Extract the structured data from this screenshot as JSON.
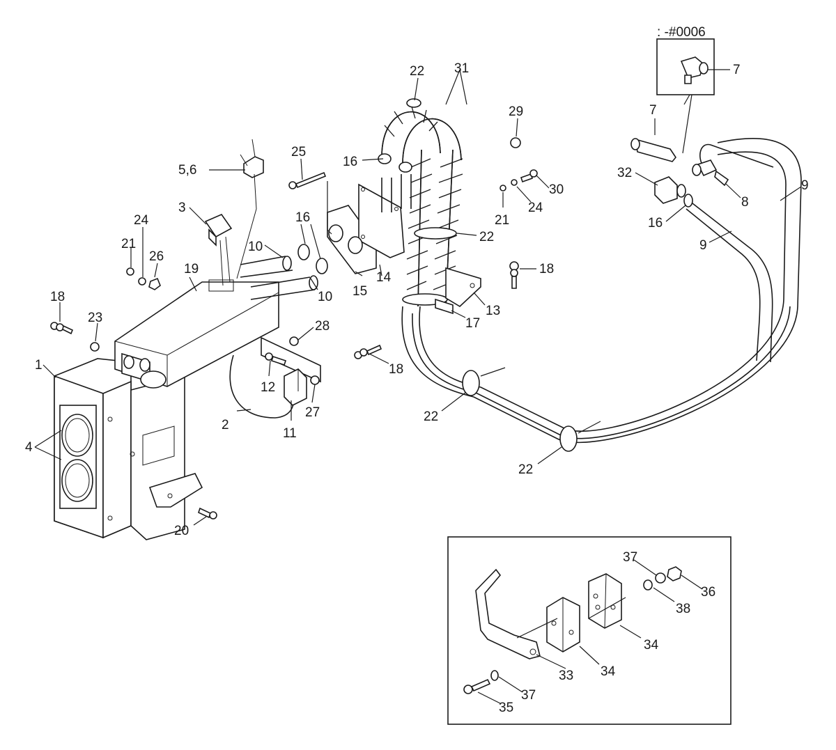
{
  "diagram": {
    "serial_note": ": -#0006",
    "callouts": [
      {
        "id": "c1",
        "text": "1"
      },
      {
        "id": "c2",
        "text": "2"
      },
      {
        "id": "c3",
        "text": "3"
      },
      {
        "id": "c4",
        "text": "4"
      },
      {
        "id": "c56",
        "text": "5,6"
      },
      {
        "id": "c7a",
        "text": "7"
      },
      {
        "id": "c7b",
        "text": "7"
      },
      {
        "id": "c8",
        "text": "8"
      },
      {
        "id": "c9a",
        "text": "9"
      },
      {
        "id": "c9b",
        "text": "9"
      },
      {
        "id": "c10a",
        "text": "10"
      },
      {
        "id": "c10b",
        "text": "10"
      },
      {
        "id": "c11",
        "text": "11"
      },
      {
        "id": "c12",
        "text": "12"
      },
      {
        "id": "c13",
        "text": "13"
      },
      {
        "id": "c14",
        "text": "14"
      },
      {
        "id": "c15",
        "text": "15"
      },
      {
        "id": "c16a",
        "text": "16"
      },
      {
        "id": "c16b",
        "text": "16"
      },
      {
        "id": "c16c",
        "text": "16"
      },
      {
        "id": "c17",
        "text": "17"
      },
      {
        "id": "c18a",
        "text": "18"
      },
      {
        "id": "c18b",
        "text": "18"
      },
      {
        "id": "c18c",
        "text": "18"
      },
      {
        "id": "c19",
        "text": "19"
      },
      {
        "id": "c20",
        "text": "20"
      },
      {
        "id": "c21a",
        "text": "21"
      },
      {
        "id": "c21b",
        "text": "21"
      },
      {
        "id": "c22a",
        "text": "22"
      },
      {
        "id": "c22b",
        "text": "22"
      },
      {
        "id": "c22c",
        "text": "22"
      },
      {
        "id": "c22d",
        "text": "22"
      },
      {
        "id": "c23",
        "text": "23"
      },
      {
        "id": "c24a",
        "text": "24"
      },
      {
        "id": "c24b",
        "text": "24"
      },
      {
        "id": "c25",
        "text": "25"
      },
      {
        "id": "c26",
        "text": "26"
      },
      {
        "id": "c27",
        "text": "27"
      },
      {
        "id": "c28",
        "text": "28"
      },
      {
        "id": "c29",
        "text": "29"
      },
      {
        "id": "c30",
        "text": "30"
      },
      {
        "id": "c31",
        "text": "31"
      },
      {
        "id": "c32",
        "text": "32"
      },
      {
        "id": "c33",
        "text": "33"
      },
      {
        "id": "c34a",
        "text": "34"
      },
      {
        "id": "c34b",
        "text": "34"
      },
      {
        "id": "c35",
        "text": "35"
      },
      {
        "id": "c36",
        "text": "36"
      },
      {
        "id": "c37a",
        "text": "37"
      },
      {
        "id": "c37b",
        "text": "37"
      },
      {
        "id": "c38",
        "text": "38"
      }
    ]
  }
}
